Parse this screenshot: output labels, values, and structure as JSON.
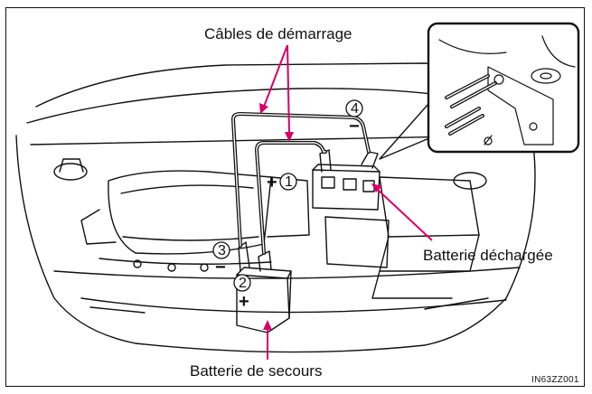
{
  "labels": {
    "cables": "Câbles de démarrage",
    "dead_battery": "Batterie déchargée",
    "booster_battery": "Batterie de secours",
    "figure_code": "IN63ZZ001"
  },
  "steps": {
    "s1": "1",
    "s2": "2",
    "s3": "3",
    "s4": "4"
  },
  "signs": {
    "plus": "+",
    "minus": "−"
  },
  "colors": {
    "callout": "#d4006a",
    "line": "#111111"
  }
}
